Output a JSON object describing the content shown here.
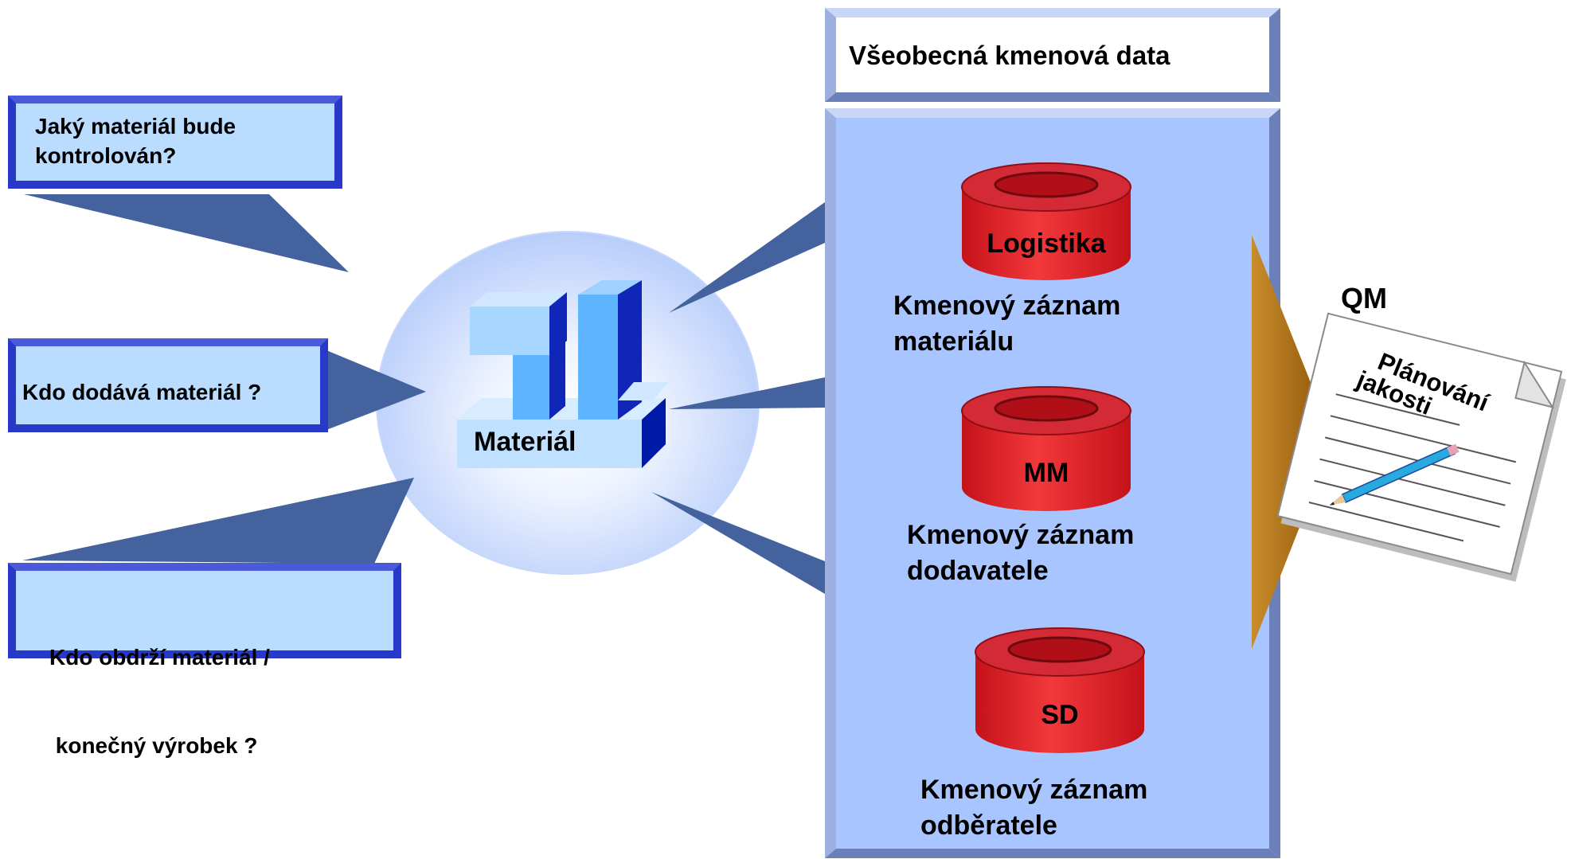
{
  "callouts": {
    "q1": [
      "Jaký materiál bude",
      "kontrolován?"
    ],
    "q2": "Kdo dodává materiál ?",
    "q3": [
      "Kdo obdrží materiál /",
      " konečný výrobek ?"
    ]
  },
  "center": {
    "label": "Materiál"
  },
  "panel": {
    "header": "Všeobecná kmenová data",
    "db1": {
      "label": "Logistika",
      "caption": [
        "Kmenový záznam",
        "materiálu"
      ]
    },
    "db2": {
      "label": "MM",
      "caption": [
        "Kmenový záznam",
        "dodavatele"
      ]
    },
    "db3": {
      "label": "SD",
      "caption": [
        "Kmenový záznam",
        "odběratele"
      ]
    }
  },
  "qm": {
    "title": "QM",
    "document": [
      "Plánování",
      "jakosti"
    ]
  },
  "colors": {
    "callout_fill": "#b9dcff",
    "callout_border": "#2838c8",
    "pointer": "#44629e",
    "panel_fill": "#a9c5ff",
    "panel_bevel": "#7f94c6",
    "db_red": "#e8262b",
    "arrow_brown": "#9a5c0a"
  }
}
